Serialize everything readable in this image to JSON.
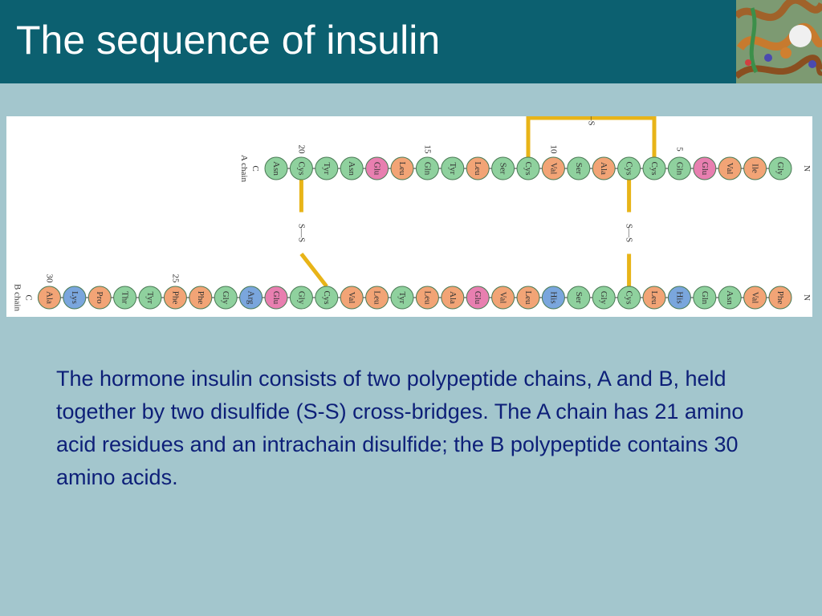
{
  "slide": {
    "title": "The sequence of insulin",
    "body": "The hormone insulin consists of two polypeptide chains, A and B, held together by two disulfide (S-S) cross-bridges.  The A chain has 21 amino acid residues and an intrachain disulfide; the B polypeptide contains 30 amino acids."
  },
  "diagram": {
    "colors": {
      "green": "#8fd19e",
      "pink": "#e87fb0",
      "orange": "#f2a476",
      "blue": "#7aa6dd",
      "bond": "#e8b418"
    },
    "chain_a": {
      "label": "A chain",
      "n_label": "N",
      "c_label": "C",
      "residues": [
        {
          "name": "Gly",
          "color": "green"
        },
        {
          "name": "Ile",
          "color": "orange"
        },
        {
          "name": "Val",
          "color": "orange"
        },
        {
          "name": "Glu",
          "color": "pink"
        },
        {
          "name": "Gln",
          "color": "green"
        },
        {
          "name": "Cys",
          "color": "green"
        },
        {
          "name": "Cys",
          "color": "green"
        },
        {
          "name": "Ala",
          "color": "orange"
        },
        {
          "name": "Ser",
          "color": "green"
        },
        {
          "name": "Val",
          "color": "orange"
        },
        {
          "name": "Cys",
          "color": "green"
        },
        {
          "name": "Ser",
          "color": "green"
        },
        {
          "name": "Leu",
          "color": "orange"
        },
        {
          "name": "Tyr",
          "color": "green"
        },
        {
          "name": "Gln",
          "color": "green"
        },
        {
          "name": "Leu",
          "color": "orange"
        },
        {
          "name": "Glu",
          "color": "pink"
        },
        {
          "name": "Asn",
          "color": "green"
        },
        {
          "name": "Tyr",
          "color": "green"
        },
        {
          "name": "Cys",
          "color": "green"
        },
        {
          "name": "Asn",
          "color": "green"
        }
      ],
      "position_labels": [
        {
          "index": 4,
          "text": "5"
        },
        {
          "index": 9,
          "text": "10"
        },
        {
          "index": 14,
          "text": "15"
        },
        {
          "index": 19,
          "text": "20"
        }
      ]
    },
    "chain_b": {
      "label": "B chain",
      "n_label": "N",
      "c_label": "C",
      "residues": [
        {
          "name": "Phe",
          "color": "orange"
        },
        {
          "name": "Val",
          "color": "orange"
        },
        {
          "name": "Asn",
          "color": "green"
        },
        {
          "name": "Gln",
          "color": "green"
        },
        {
          "name": "His",
          "color": "blue"
        },
        {
          "name": "Leu",
          "color": "orange"
        },
        {
          "name": "Cys",
          "color": "green"
        },
        {
          "name": "Gly",
          "color": "green"
        },
        {
          "name": "Ser",
          "color": "green"
        },
        {
          "name": "His",
          "color": "blue"
        },
        {
          "name": "Leu",
          "color": "orange"
        },
        {
          "name": "Val",
          "color": "orange"
        },
        {
          "name": "Glu",
          "color": "pink"
        },
        {
          "name": "Ala",
          "color": "orange"
        },
        {
          "name": "Leu",
          "color": "orange"
        },
        {
          "name": "Tyr",
          "color": "green"
        },
        {
          "name": "Leu",
          "color": "orange"
        },
        {
          "name": "Val",
          "color": "orange"
        },
        {
          "name": "Cys",
          "color": "green"
        },
        {
          "name": "Gly",
          "color": "green"
        },
        {
          "name": "Glu",
          "color": "pink"
        },
        {
          "name": "Arg",
          "color": "blue"
        },
        {
          "name": "Gly",
          "color": "green"
        },
        {
          "name": "Phe",
          "color": "orange"
        },
        {
          "name": "Phe",
          "color": "orange"
        },
        {
          "name": "Tyr",
          "color": "green"
        },
        {
          "name": "Thr",
          "color": "green"
        },
        {
          "name": "Pro",
          "color": "orange"
        },
        {
          "name": "Lys",
          "color": "blue"
        },
        {
          "name": "Ala",
          "color": "orange"
        }
      ],
      "position_labels": [
        {
          "index": 24,
          "text": "25"
        },
        {
          "index": 29,
          "text": "30"
        }
      ]
    },
    "bonds": [
      {
        "type": "intrachain",
        "from_chain": "A",
        "from_index": 5,
        "to_chain": "A",
        "to_index": 10,
        "label": "S—S"
      },
      {
        "type": "interchain",
        "from_chain": "A",
        "from_index": 6,
        "to_chain": "B",
        "to_index": 6,
        "label": "S—S"
      },
      {
        "type": "interchain",
        "from_chain": "A",
        "from_index": 19,
        "to_chain": "B",
        "to_index": 18,
        "label": "S—S"
      }
    ]
  }
}
